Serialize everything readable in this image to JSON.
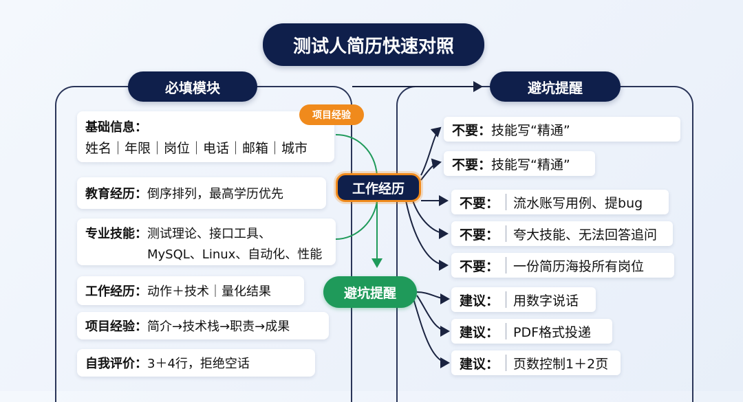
{
  "title": "测试人简历快速对照",
  "left": {
    "header": "必填模块",
    "cards": [
      {
        "label": "基础信息：",
        "text": "姓名｜年限｜岗位｜电话｜邮箱｜城市"
      },
      {
        "label": "教育经历：",
        "text": "倒序排列，最高学历优先"
      },
      {
        "label": "专业技能：",
        "text": "测试理论、接口工具、",
        "text2": "MySQL、Linux、自动化、性能"
      },
      {
        "label": "工作经历：",
        "text": "动作＋技术｜量化结果"
      },
      {
        "label": "项目经验：",
        "text": "简介→技术栈→职责→成果"
      },
      {
        "label": "自我评价：",
        "text": "3＋4行，拒绝空话"
      }
    ]
  },
  "center": {
    "badge": "项目经验",
    "hub": "工作经历",
    "hub_green": "避坑提醒"
  },
  "right": {
    "header": "避坑提醒",
    "items": [
      {
        "label": "不要：",
        "text": "技能写“精通”"
      },
      {
        "label": "不要：",
        "text": "技能写“精通”"
      },
      {
        "label": "不要：",
        "text": "流水账写用例、提bug"
      },
      {
        "label": "不要：",
        "text": "夸大技能、无法回答追问"
      },
      {
        "label": "不要：",
        "text": "一份简历海投所有岗位"
      },
      {
        "label": "建议：",
        "text": "用数字说话"
      },
      {
        "label": "建议：",
        "text": "PDF格式投递"
      },
      {
        "label": "建议：",
        "text": "页数控制1＋2页"
      }
    ]
  }
}
